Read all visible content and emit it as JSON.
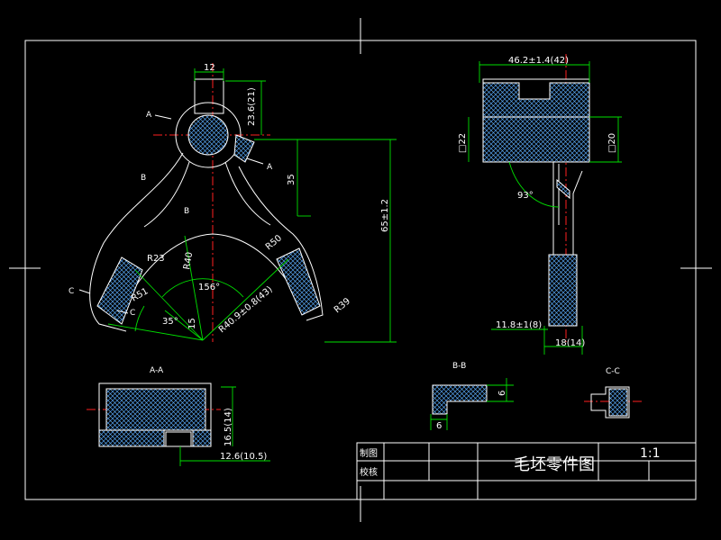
{
  "title_block": {
    "title": "毛坯零件图",
    "scale": "1:1",
    "row1": "制图",
    "row2": "校核"
  },
  "views": {
    "section_aa": "A-A",
    "section_bb": "B-B",
    "section_cc": "C-C"
  },
  "labels": {
    "a_top": "A",
    "a_right": "A",
    "b_left": "B",
    "b_inner": "B",
    "c_left": "C",
    "c_inner": "C"
  },
  "dimensions": {
    "top_width": "12",
    "neck_height": "23.6(21)",
    "height_35": "35",
    "total_height": "65±1.2",
    "r23": "R23",
    "r40": "R40",
    "r50": "R50",
    "r51": "R51",
    "r49_arc": "R40.9±0.8(43)",
    "r39": "R39",
    "angle_156": "156°",
    "angle_35": "35°",
    "dim_15": "15",
    "side_width": "46.2±1.4(42)",
    "sq22": "□22",
    "sq20": "□20",
    "angle_93": "93°",
    "shaft_dim": "11.8±1(8)",
    "shaft_width": "18(14)",
    "aa_height": "16.5(14)",
    "aa_width": "12.6(10.5)",
    "bb_6v": "6",
    "bb_6h": "6"
  }
}
